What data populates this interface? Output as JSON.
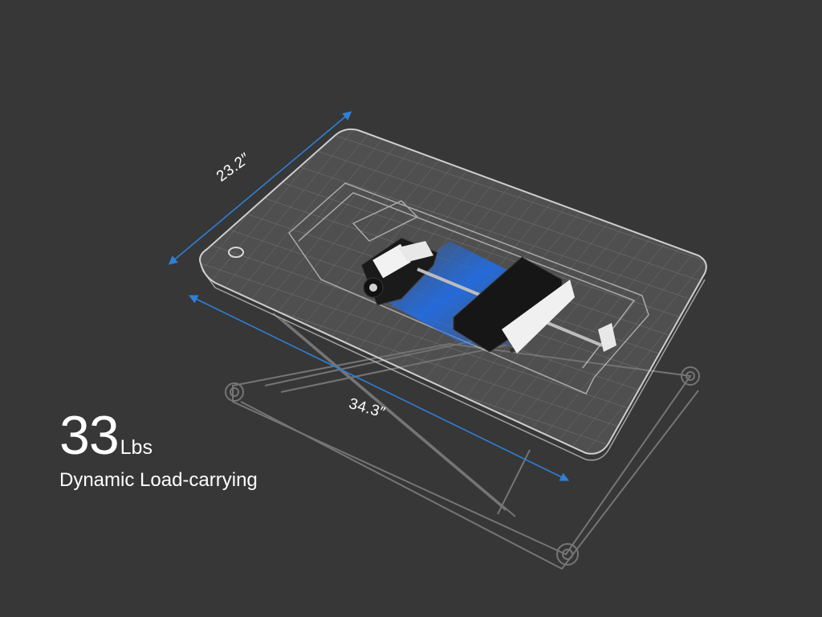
{
  "dimensions": {
    "depth_label": "23.2″",
    "width_label": "34.3″"
  },
  "spec": {
    "value": "33",
    "unit": "Lbs",
    "caption": "Dynamic Load-carrying"
  },
  "colors": {
    "background": "#373737",
    "dimension_arrow": "#2f7fd6",
    "motor_glow": "#1e6ff0",
    "outline": "#c8c8c8",
    "text": "#ffffff"
  }
}
